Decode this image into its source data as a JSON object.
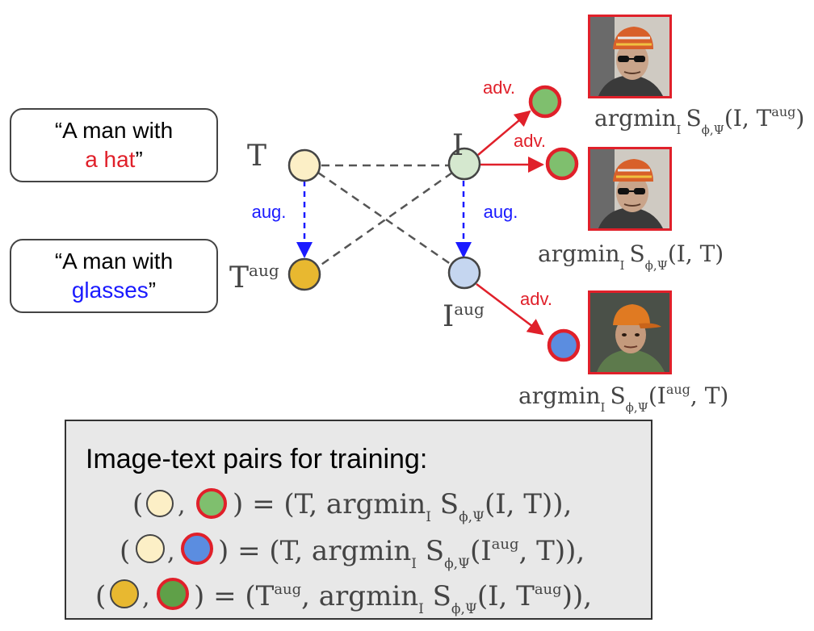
{
  "captions": {
    "t_caption": {
      "before": "“A man with",
      "highlight": "a hat",
      "after": "”"
    },
    "taug_caption": {
      "before": "“A man with",
      "highlight": "glasses",
      "after": "”"
    }
  },
  "nodes": {
    "t_label": "T",
    "taug_base": "T",
    "taug_sup": "aug",
    "i_label": "I",
    "iaug_base": "I",
    "iaug_sup": "aug"
  },
  "edges": {
    "aug_left": "aug.",
    "aug_right": "aug.",
    "adv_top": "adv.",
    "adv_mid": "adv.",
    "adv_bottom": "adv."
  },
  "results": {
    "r1": {
      "fn": "argmin",
      "sub": "I",
      "s": "S",
      "s_sub": "ϕ,Ψ",
      "args_pre": "(I, T",
      "args_sup": "aug",
      "args_post": ")"
    },
    "r2": {
      "fn": "argmin",
      "sub": "I",
      "s": "S",
      "s_sub": "ϕ,Ψ",
      "args_pre": "(I, T)",
      "args_sup": "",
      "args_post": ""
    },
    "r3": {
      "fn": "argmin",
      "sub": "I",
      "s": "S",
      "s_sub": "ϕ,Ψ",
      "args_pre": "(I",
      "args_sup": "aug",
      "args_post": ", T)"
    }
  },
  "training": {
    "title": "Image-text pairs for training:",
    "rows": [
      {
        "pre": ") = (T, argmin",
        "sub": "I",
        "s": " S",
        "s_sub": "ϕ,Ψ",
        "args_pre": "(I, T))",
        "args_sup": "",
        "args_post": "",
        "end": ","
      },
      {
        "pre": ") = (T, argmin",
        "sub": "I",
        "s": " S",
        "s_sub": "ϕ,Ψ",
        "args_pre": "(I",
        "args_sup": "aug",
        "args_post": ", T))",
        "end": ","
      },
      {
        "pre": ") = (T",
        "pre_sup": "aug",
        "pre_post": ", argmin",
        "sub": "I",
        "s": " S",
        "s_sub": "ϕ,Ψ",
        "args_pre": "(I, T",
        "args_sup": "aug",
        "args_post": "))",
        "end": ","
      }
    ]
  },
  "colors": {
    "t_node": "#fcefc6",
    "taug_node": "#e8b830",
    "i_node": "#d5e8cf",
    "iaug_node": "#c5d6f0",
    "adv_green": "#7fbf6e",
    "adv_dark_green": "#5fa048",
    "adv_blue": "#5b8de0",
    "adv_ring": "#e0202a",
    "aug_arrow": "#1a1aff",
    "adv_arrow": "#e0202a",
    "dashed": "#555555"
  }
}
